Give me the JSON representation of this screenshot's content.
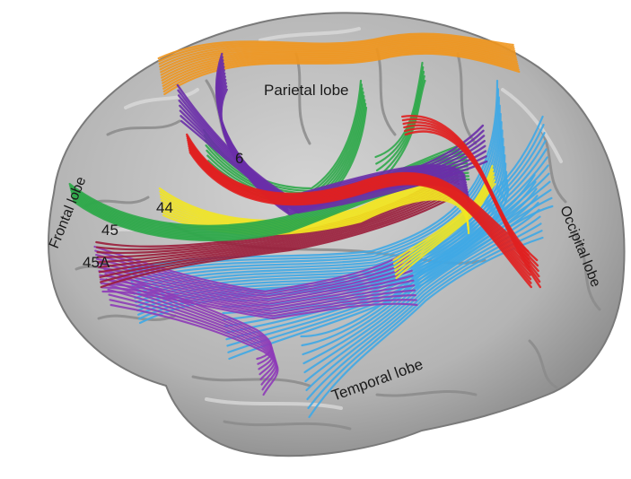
{
  "labels": {
    "parietal": "Parietal lobe",
    "frontal": "Frontal lobe",
    "occipital": "Occipital lobe",
    "temporal": "Temporal lobe",
    "area_6": "6",
    "area_44": "44",
    "area_45": "45",
    "area_45a": "45A"
  },
  "colors": {
    "background": "#ffffff",
    "cortex": "#b9b9b9",
    "cortex_shadow": "#8d8d8d",
    "tract_orange": "#f0961e",
    "tract_purple": "#6a2fa8",
    "tract_violet": "#8e3bb8",
    "tract_red": "#e02020",
    "tract_green": "#2fa84a",
    "tract_yellow": "#f2e620",
    "tract_cyan": "#3fa9e6",
    "tract_maroon": "#9a1d3a"
  }
}
